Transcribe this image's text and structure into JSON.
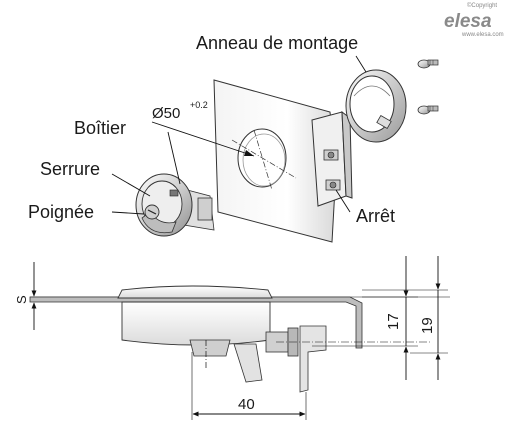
{
  "brand": {
    "copyright": "©Copyright",
    "name": "elesa",
    "url": "www.elesa.com"
  },
  "labels": {
    "anneau": "Anneau de montage",
    "boitier": "Boîtier",
    "serrure": "Serrure",
    "poignee": "Poignée",
    "arret": "Arrêt"
  },
  "dimensions": {
    "hole_diameter": "Ø50",
    "hole_tolerance": "+0.2",
    "s": "S",
    "h17": "17",
    "h19": "19",
    "w40": "40"
  }
}
